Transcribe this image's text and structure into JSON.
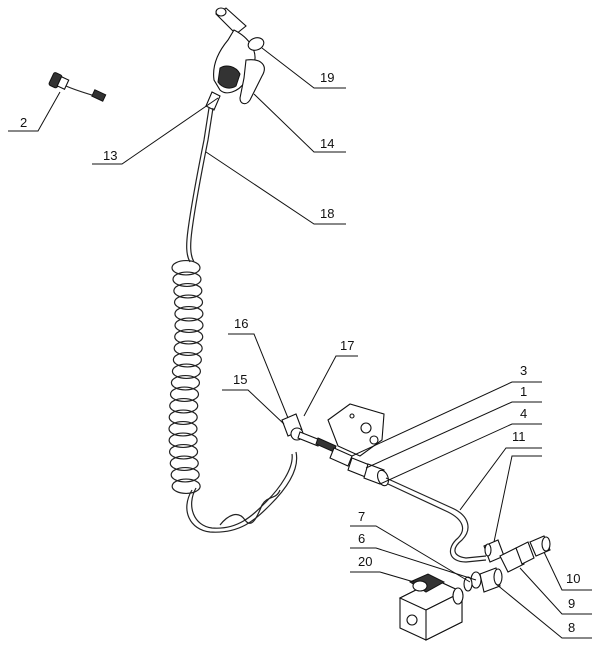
{
  "callouts": [
    {
      "id": "2",
      "label": "2"
    },
    {
      "id": "13",
      "label": "13"
    },
    {
      "id": "14",
      "label": "14"
    },
    {
      "id": "18",
      "label": "18"
    },
    {
      "id": "19",
      "label": "19"
    },
    {
      "id": "16",
      "label": "16"
    },
    {
      "id": "17",
      "label": "17"
    },
    {
      "id": "15",
      "label": "15"
    },
    {
      "id": "3",
      "label": "3"
    },
    {
      "id": "1",
      "label": "1"
    },
    {
      "id": "4",
      "label": "4"
    },
    {
      "id": "11",
      "label": "11"
    },
    {
      "id": "7",
      "label": "7"
    },
    {
      "id": "6",
      "label": "6"
    },
    {
      "id": "20",
      "label": "20"
    },
    {
      "id": "10",
      "label": "10"
    },
    {
      "id": "9",
      "label": "9"
    },
    {
      "id": "8",
      "label": "8"
    }
  ]
}
